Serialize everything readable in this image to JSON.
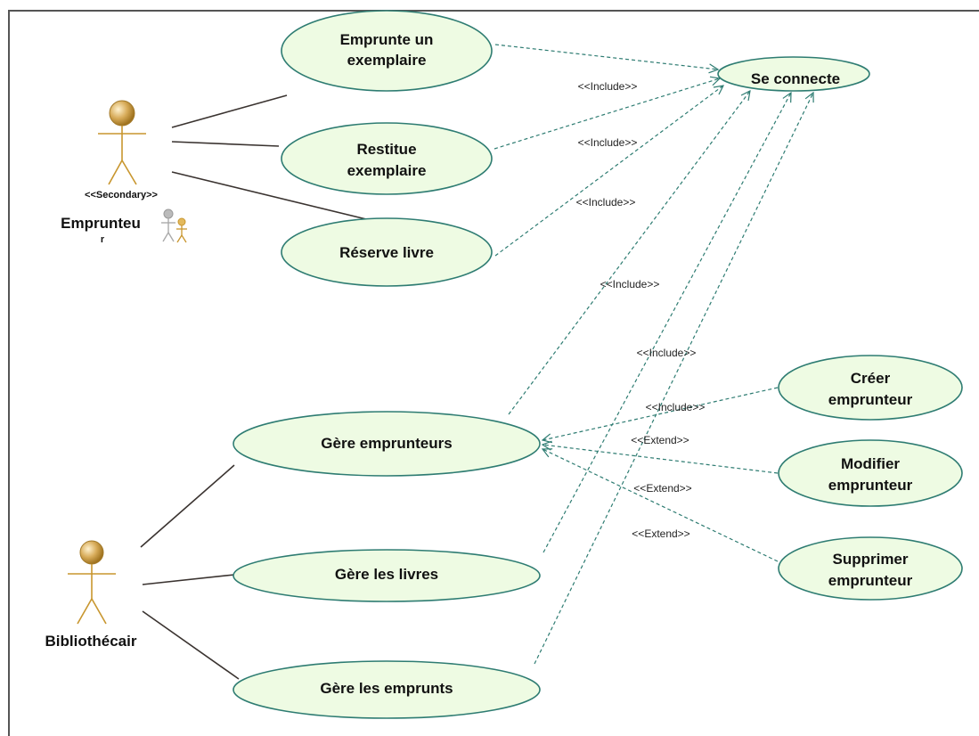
{
  "diagram": {
    "colors": {
      "usecase_fill": "#eefbe3",
      "usecase_stroke": "#2e7c72",
      "dependency": "#2e7c72",
      "association": "#3a3330",
      "actor": "#c8962e",
      "actor_head": "#d8ac5a",
      "frame": "#555555"
    },
    "actors": {
      "emprunteur": {
        "name_line1": "Emprunteu",
        "name_line2": "r",
        "stereotype": "<<Secondary>>"
      },
      "bibliothecaire": {
        "name": "Bibliothécair"
      }
    },
    "usecases": {
      "emprunte": {
        "line1": "Emprunte un",
        "line2": "exemplaire"
      },
      "restitue": {
        "line1": "Restitue",
        "line2": "exemplaire"
      },
      "reserve": {
        "line1": "Réserve livre"
      },
      "connecte": {
        "line1": "Se connecte"
      },
      "gere_emprunteurs": {
        "line1": "Gère emprunteurs"
      },
      "gere_livres": {
        "line1": "Gère les livres"
      },
      "gere_emprunts": {
        "line1": "Gère les emprunts"
      },
      "creer": {
        "line1": "Créer",
        "line2": "emprunteur"
      },
      "modifier": {
        "line1": "Modifier",
        "line2": "emprunteur"
      },
      "supprimer": {
        "line1": "Supprimer",
        "line2": "emprunteur"
      }
    },
    "relations": {
      "inc1": "<<Include>>",
      "inc2": "<<Include>>",
      "inc3": "<<Include>>",
      "inc4": "<<Include>>",
      "inc5": "<<Include>>",
      "inc6": "<<Include>>",
      "ext1": "<<Extend>>",
      "ext2": "<<Extend>>",
      "ext3": "<<Extend>>"
    }
  }
}
